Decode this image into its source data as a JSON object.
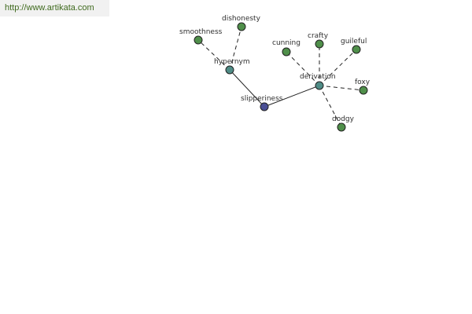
{
  "header": {
    "url": "http://www.artikata.com"
  },
  "colors": {
    "root_node": "#4a4f95",
    "hub_node": "#4f8c86",
    "leaf_node": "#4f8f4a",
    "edge": "#222222",
    "label": "#2f2f2f",
    "url_text": "#3f6a1e",
    "url_bg": "#f1f1f1"
  },
  "graph": {
    "nodes": [
      {
        "id": "slipperiness",
        "label": "slipperiness",
        "kind": "root"
      },
      {
        "id": "hypernym",
        "label": "hypernym",
        "kind": "hub"
      },
      {
        "id": "derivation",
        "label": "derivation",
        "kind": "hub"
      },
      {
        "id": "smoothness",
        "label": "smoothness",
        "kind": "leaf"
      },
      {
        "id": "dishonesty",
        "label": "dishonesty",
        "kind": "leaf"
      },
      {
        "id": "cunning",
        "label": "cunning",
        "kind": "leaf"
      },
      {
        "id": "crafty",
        "label": "crafty",
        "kind": "leaf"
      },
      {
        "id": "guileful",
        "label": "guileful",
        "kind": "leaf"
      },
      {
        "id": "foxy",
        "label": "foxy",
        "kind": "leaf"
      },
      {
        "id": "dodgy",
        "label": "dodgy",
        "kind": "leaf"
      }
    ],
    "edges": [
      {
        "from": "slipperiness",
        "to": "hypernym",
        "style": "solid"
      },
      {
        "from": "slipperiness",
        "to": "derivation",
        "style": "solid"
      },
      {
        "from": "hypernym",
        "to": "smoothness",
        "style": "dashed"
      },
      {
        "from": "hypernym",
        "to": "dishonesty",
        "style": "dashed"
      },
      {
        "from": "derivation",
        "to": "cunning",
        "style": "dashed"
      },
      {
        "from": "derivation",
        "to": "crafty",
        "style": "dashed"
      },
      {
        "from": "derivation",
        "to": "guileful",
        "style": "dashed"
      },
      {
        "from": "derivation",
        "to": "foxy",
        "style": "dashed"
      },
      {
        "from": "derivation",
        "to": "dodgy",
        "style": "dashed"
      }
    ]
  }
}
